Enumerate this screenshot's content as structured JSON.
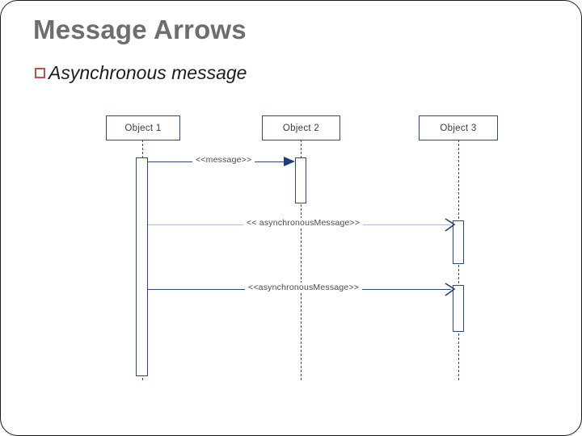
{
  "slide": {
    "title": "Message Arrows",
    "bullet": {
      "marker": "square-bullet-icon",
      "text": "Asynchronous message"
    },
    "accent_colors": {
      "title_gray": "#6e6e6e",
      "bullet_square": "#c0504d",
      "diagram_blue": "#2e4a7d",
      "light_message_line": "#aebdd4",
      "frame_border": "#1a1a1a"
    }
  },
  "diagram": {
    "type": "uml-sequence-diagram",
    "objects": [
      {
        "label": "Object 1"
      },
      {
        "label": "Object 2"
      },
      {
        "label": "Object 3"
      }
    ],
    "messages": [
      {
        "label": "<<message>>",
        "from": "Object 1",
        "to": "Object 2",
        "arrow": "filled-triangle",
        "kind": "synchronous"
      },
      {
        "label": "<< asynchronousMessage>>",
        "from": "Object 1",
        "to": "Object 3",
        "arrow": "open-half-stick",
        "kind": "asynchronous"
      },
      {
        "label": "<<asynchronousMessage>>",
        "from": "Object 1",
        "to": "Object 3",
        "arrow": "open-half-stick",
        "kind": "asynchronous"
      }
    ],
    "activations": [
      {
        "object": "Object 1",
        "count": 1
      },
      {
        "object": "Object 2",
        "count": 1
      },
      {
        "object": "Object 3",
        "count": 2
      }
    ]
  }
}
